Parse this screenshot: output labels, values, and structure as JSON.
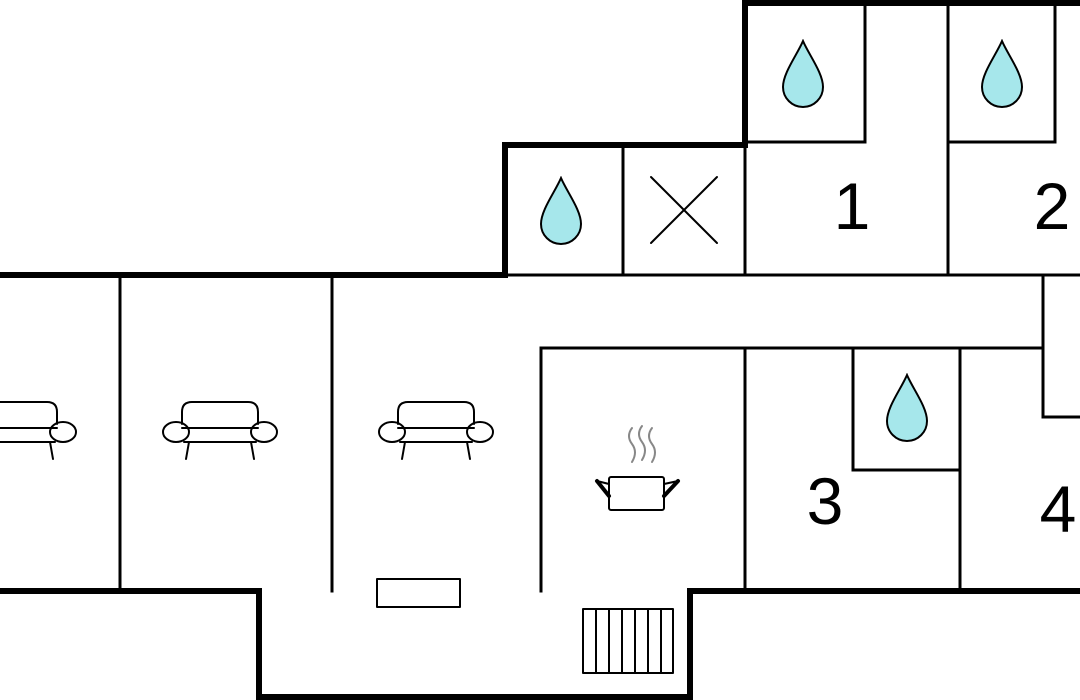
{
  "colors": {
    "wall": "#000000",
    "background": "#ffffff",
    "water_drop": "#a6e7eb",
    "steam": "#888888"
  },
  "bedrooms": [
    {
      "label": "1"
    },
    {
      "label": "2"
    },
    {
      "label": "3"
    },
    {
      "label": "4"
    }
  ],
  "icons": {
    "bathroom": "water-drop-icon",
    "utility": "cross-icon",
    "living": "sofa-icon",
    "kitchen": "cooking-pot-icon",
    "stairs": "stairs-icon",
    "door": "door-mat-icon"
  }
}
